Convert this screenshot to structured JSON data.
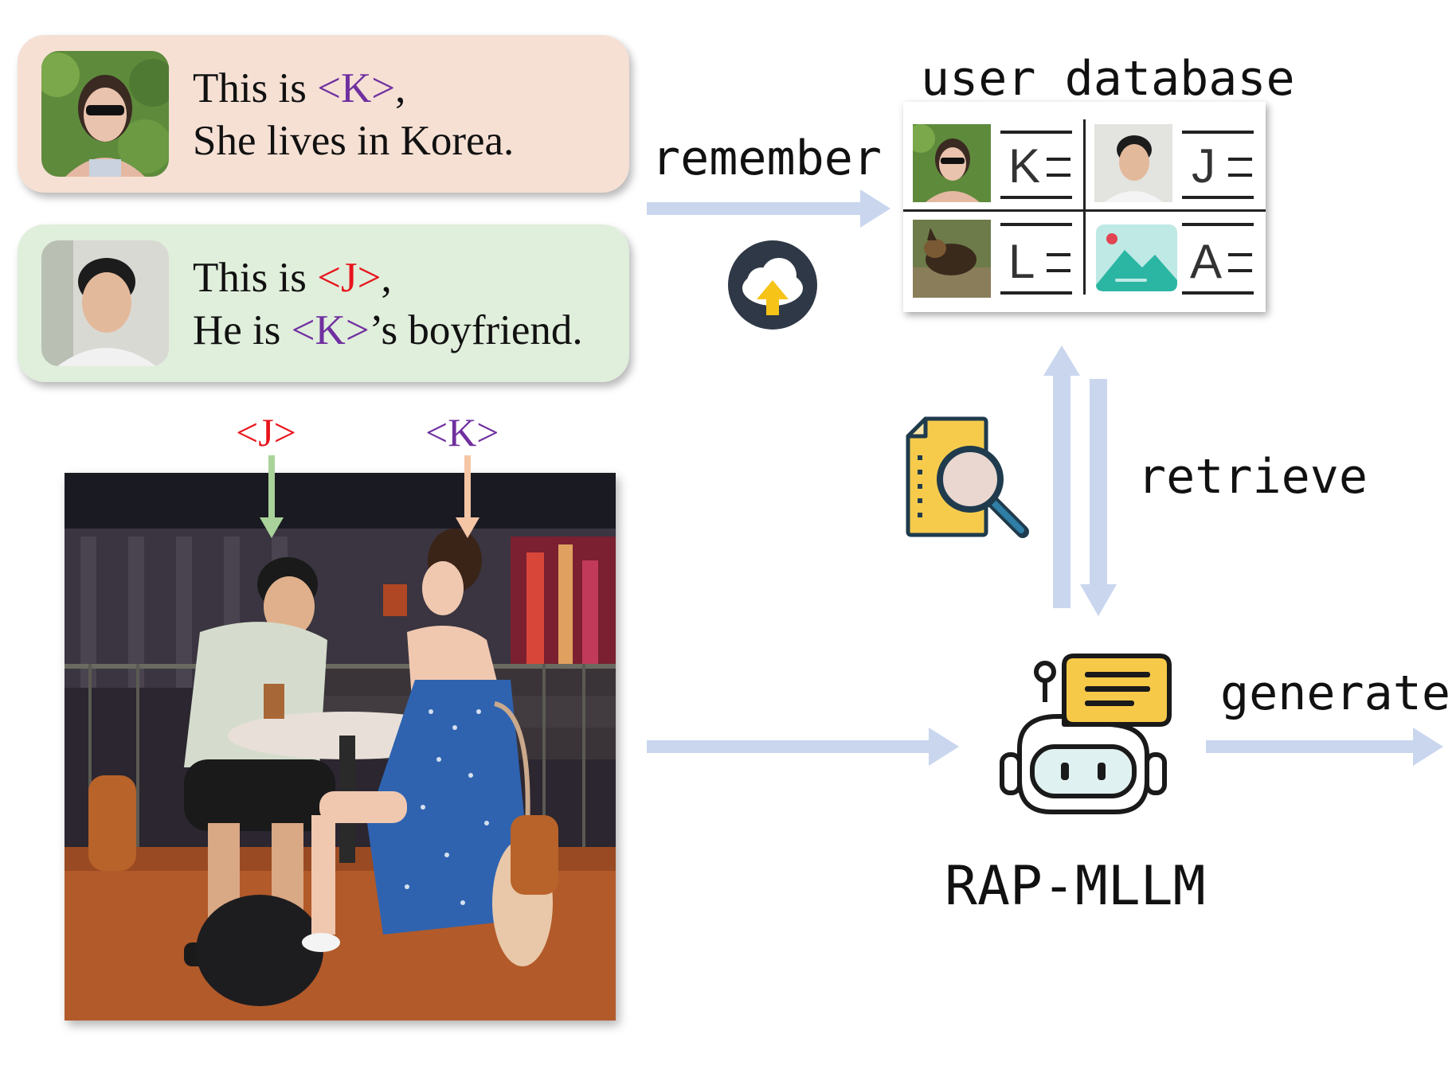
{
  "cards": {
    "k": {
      "line1_prefix": "This is ",
      "line1_tag": "<K>",
      "line1_suffix": ",",
      "line2": "She lives in Korea."
    },
    "j": {
      "line1_prefix": "This is ",
      "line1_tag": "<J>",
      "line1_suffix": ",",
      "line2_prefix": "He is ",
      "line2_tag": "<K>",
      "line2_suffix": "’s boyfriend."
    }
  },
  "labels": {
    "remember": "remember",
    "user_database": "user database",
    "retrieve": "retrieve",
    "generate": "generate",
    "model": "RAP-MLLM"
  },
  "database": {
    "entries": [
      "K",
      "J",
      "L",
      "A"
    ]
  },
  "photo_pointers": {
    "j": "<J>",
    "k": "<K>"
  },
  "colors": {
    "tag_k": "#7030a0",
    "tag_j": "#e8141c",
    "arrow": "#c9d6ee",
    "card_k": "#f6e0d4",
    "card_j": "#e0eedc",
    "pointer_j_arrow": "#a9d39a",
    "pointer_k_arrow": "#f4c6a6"
  }
}
